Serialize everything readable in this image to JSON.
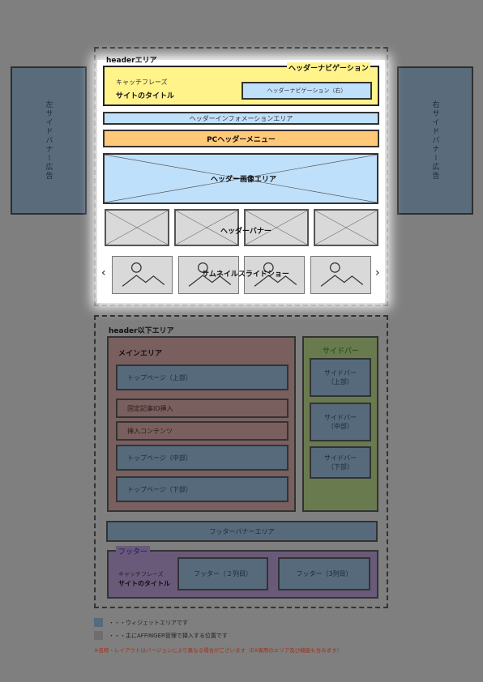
{
  "header_area": {
    "label": "headerエリア",
    "nav_label": "ヘッダーナビゲーション",
    "catch_phrase": "キャッチフレーズ",
    "site_title": "サイトのタイトル",
    "nav_right": "ヘッダーナビゲーション（右）",
    "info_area": "ヘッダーインフォメーションエリア",
    "pc_menu": "PCヘッダーメニュー",
    "image_area": "ヘッダー画像エリア",
    "banner": "ヘッダーバナー",
    "slideshow": "サムネイルスライドショー",
    "prev_arrow": "‹",
    "next_arrow": "›"
  },
  "side_ads": {
    "left": "左サイドバナー広告",
    "right": "右サイドバナー広告"
  },
  "below_header": {
    "label": "header以下エリア",
    "main": {
      "label": "メインエリア",
      "items": [
        {
          "text": "トップページ（上部）",
          "type": "widget"
        },
        {
          "text": "固定記事ID挿入",
          "type": "fixed"
        },
        {
          "text": "挿入コンテンツ",
          "type": "fixed"
        },
        {
          "text": "トップページ（中部）",
          "type": "widget"
        },
        {
          "text": "トップページ（下部）",
          "type": "widget"
        }
      ]
    },
    "sidebar": {
      "label": "サイドバー",
      "items": [
        {
          "line1": "サイドバー",
          "line2": "（上部）"
        },
        {
          "line1": "サイドバー",
          "line2": "（中部）"
        },
        {
          "line1": "サイドバー",
          "line2": "（下部）"
        }
      ]
    },
    "footer_banner": "フッターバナーエリア",
    "footer": {
      "label": "フッター",
      "catch_phrase": "キャッチフレーズ",
      "site_title": "サイトのタイトル",
      "col2": "フッター（２列目）",
      "col3": "フッター（3列目）"
    }
  },
  "legend": {
    "widget": "・・・ウィジェットエリアです",
    "fixed": "・・・主にAFFINGER管理で挿入する位置です",
    "note": "※名称・レイアウトはバージョンにより異なる場合がございます（EX専用のエリア及び機能も含みます）"
  },
  "colors": {
    "background": "#7f7f7f",
    "widget": "#566a7c",
    "fixed": "#7a7a7a",
    "main_area": "#7a5f5f",
    "sidebar_area": "#6a7a4f",
    "footer_area": "#6a5a7a",
    "header_top": "#fff38a",
    "info_blue": "#bfe0fb",
    "pc_menu": "#ffc977",
    "note_red": "#a0301a"
  }
}
